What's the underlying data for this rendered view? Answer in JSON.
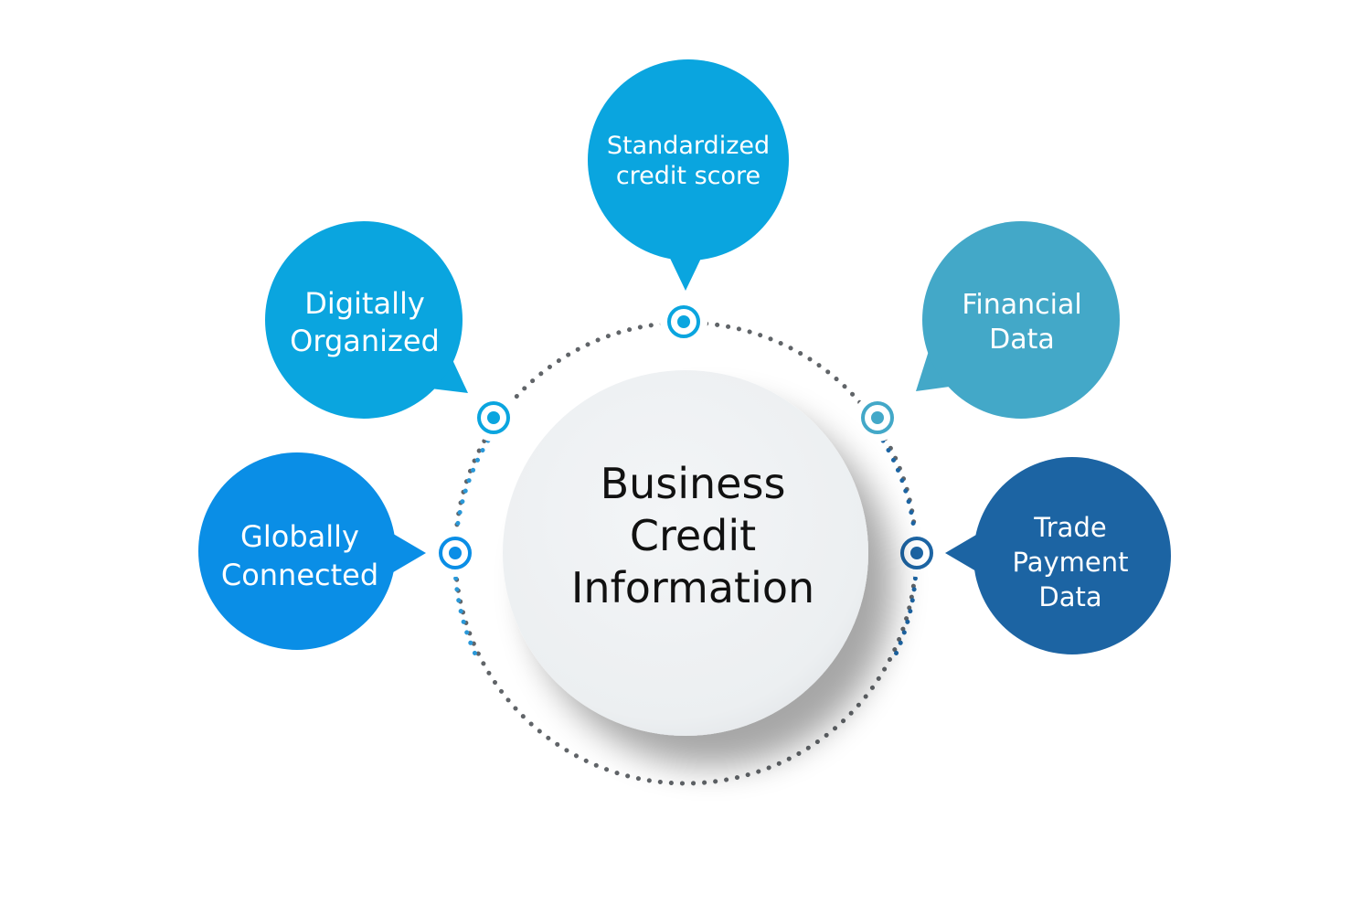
{
  "center": {
    "line1": "Business",
    "line2": "Credit",
    "line3": "Information"
  },
  "bubbles": {
    "top": {
      "line1": "Standardized",
      "line2": "credit score",
      "color": "#0aa5df"
    },
    "upper_left": {
      "line1": "Digitally",
      "line2": "Organized",
      "color": "#0aa5df"
    },
    "lower_left": {
      "line1": "Globally",
      "line2": "Connected",
      "color": "#0a8ee6"
    },
    "upper_right": {
      "line1": "Financial",
      "line2": "Data",
      "color": "#43a8c8"
    },
    "lower_right": {
      "line1": "Trade",
      "line2": "Payment",
      "line3": "Data",
      "color": "#1c64a3"
    }
  },
  "colors": {
    "center_fill": "#eff2f4",
    "dots_gray": "#606468",
    "dots_blue": "#2a98d8",
    "dots_dark_blue": "#1c64a3"
  }
}
